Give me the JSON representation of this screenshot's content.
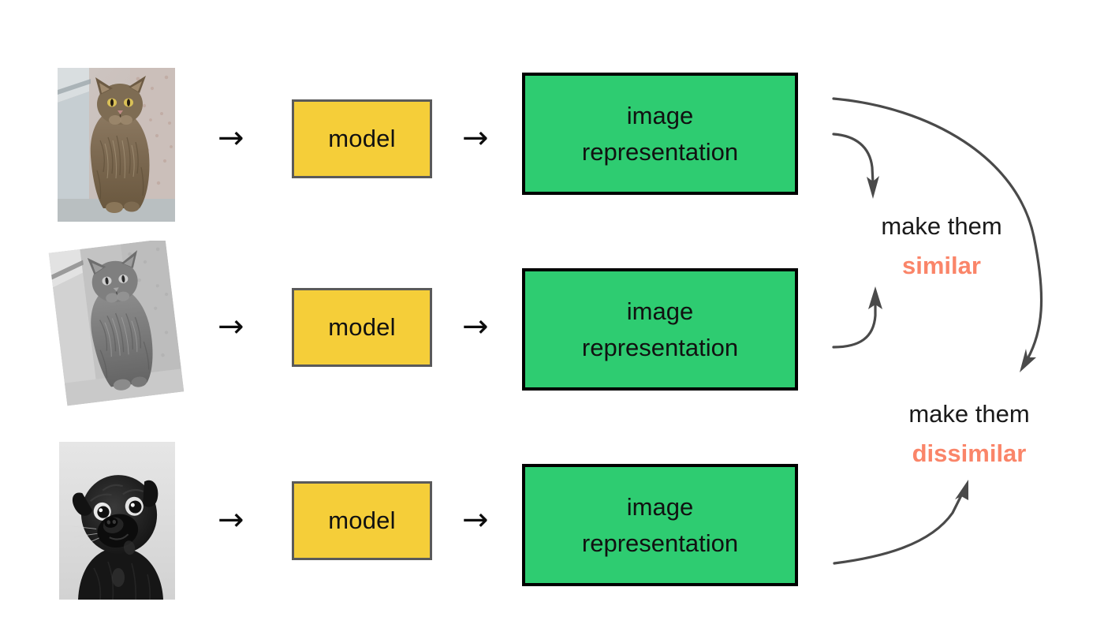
{
  "figure": {
    "title": "contrastive-learning-diagram",
    "background_color": "#ffffff",
    "accent_color": "#FA8569",
    "model_box_color": "#F5CE39",
    "representation_box_color": "#2ECC71",
    "arrow_color": "#4a4a4a"
  },
  "rows": [
    {
      "image_label": "color-photo-of-long-haired-tabby-cat-sitting",
      "arrow_1": "→",
      "model_label": "model",
      "arrow_2": "→",
      "representation_line_1": "image",
      "representation_line_2": "representation"
    },
    {
      "image_label": "grayscale-rotated-photo-of-same-tabby-cat-sitting",
      "arrow_1": "→",
      "model_label": "model",
      "arrow_2": "→",
      "representation_line_1": "image",
      "representation_line_2": "representation"
    },
    {
      "image_label": "grayscale-photo-of-black-pug-dog",
      "arrow_1": "→",
      "model_label": "model",
      "arrow_2": "→",
      "representation_line_1": "image",
      "representation_line_2": "representation"
    }
  ],
  "captions": {
    "similar": {
      "line_1": "make them",
      "line_2": "similar"
    },
    "dissimilar": {
      "line_1": "make them",
      "line_2": "dissimilar"
    }
  }
}
